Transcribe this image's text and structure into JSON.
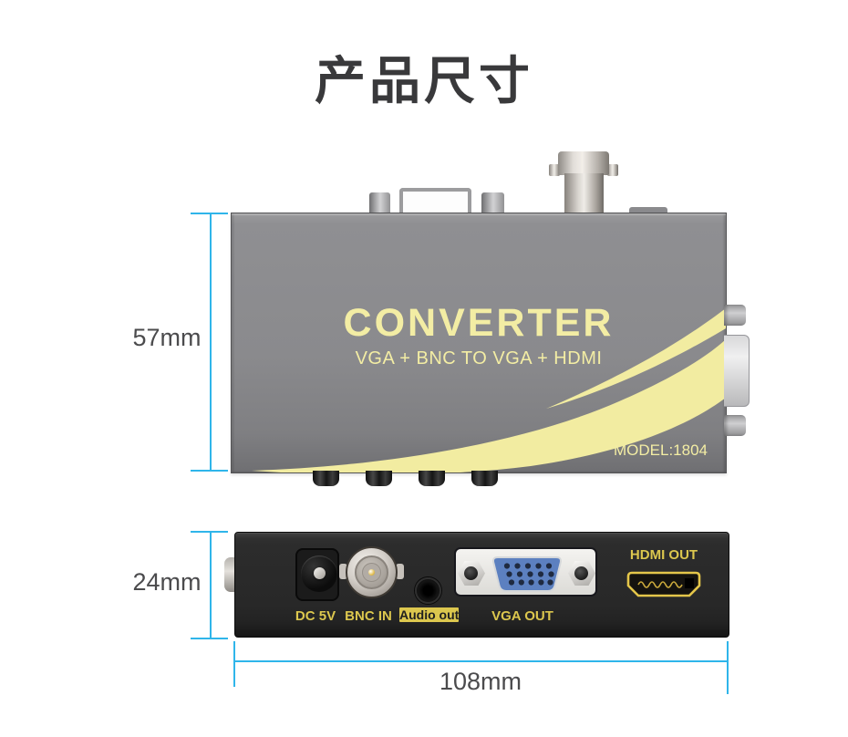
{
  "title": "产品尺寸",
  "colors": {
    "accent_line": "#2fb5ea",
    "dimension_text": "#4b4b4d",
    "device_gray": "#8a8a8d",
    "brand_yellow": "#f3eda4",
    "label_yellow": "#dcc74e",
    "panel_black": "#282828",
    "vga_blue": "#5c80c0",
    "hdmi_gold": "#e4c64a"
  },
  "top_view": {
    "brand": "CONVERTER",
    "subtitle": "VGA + BNC TO VGA + HDMI",
    "model": "MODEL:1804"
  },
  "front_view": {
    "ports": [
      {
        "label": "DC 5V"
      },
      {
        "label": "BNC IN"
      },
      {
        "label": "Audio out"
      },
      {
        "label": "VGA OUT"
      },
      {
        "label": "HDMI OUT"
      }
    ]
  },
  "dimensions": {
    "top_height": "57mm",
    "front_height": "24mm",
    "width": "108mm"
  }
}
